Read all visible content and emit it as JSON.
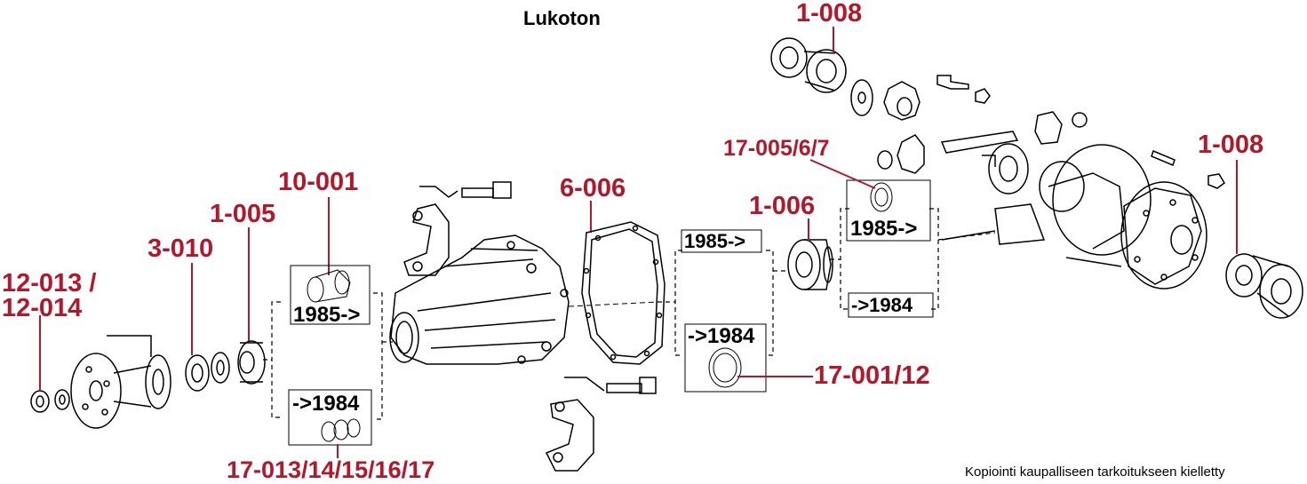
{
  "title": "Lukoton",
  "copyright": "Kopiointi kaupalliseen tarkoitukseen kielletty",
  "colors": {
    "part_label": "#b5172a",
    "line": "#000000",
    "background": "#ffffff"
  },
  "part_labels": {
    "p12_013": "12-013 /",
    "p12_014": "12-014",
    "p3_010": "3-010",
    "p1_005": "1-005",
    "p10_001": "10-001",
    "p6_006": "6-006",
    "p1_006": "1-006",
    "p17_005": "17-005/6/7",
    "p1_008_top": "1-008",
    "p1_008_right": "1-008",
    "p17_001": "17-001/12",
    "p17_013": "17-013/14/15/16/17"
  },
  "year_labels": {
    "box1_from": "1985->",
    "box1_until": "->1984",
    "box2_from": "1985->",
    "box2_until": "->1984",
    "box3_from": "1985->",
    "box3_until": "->1984"
  }
}
